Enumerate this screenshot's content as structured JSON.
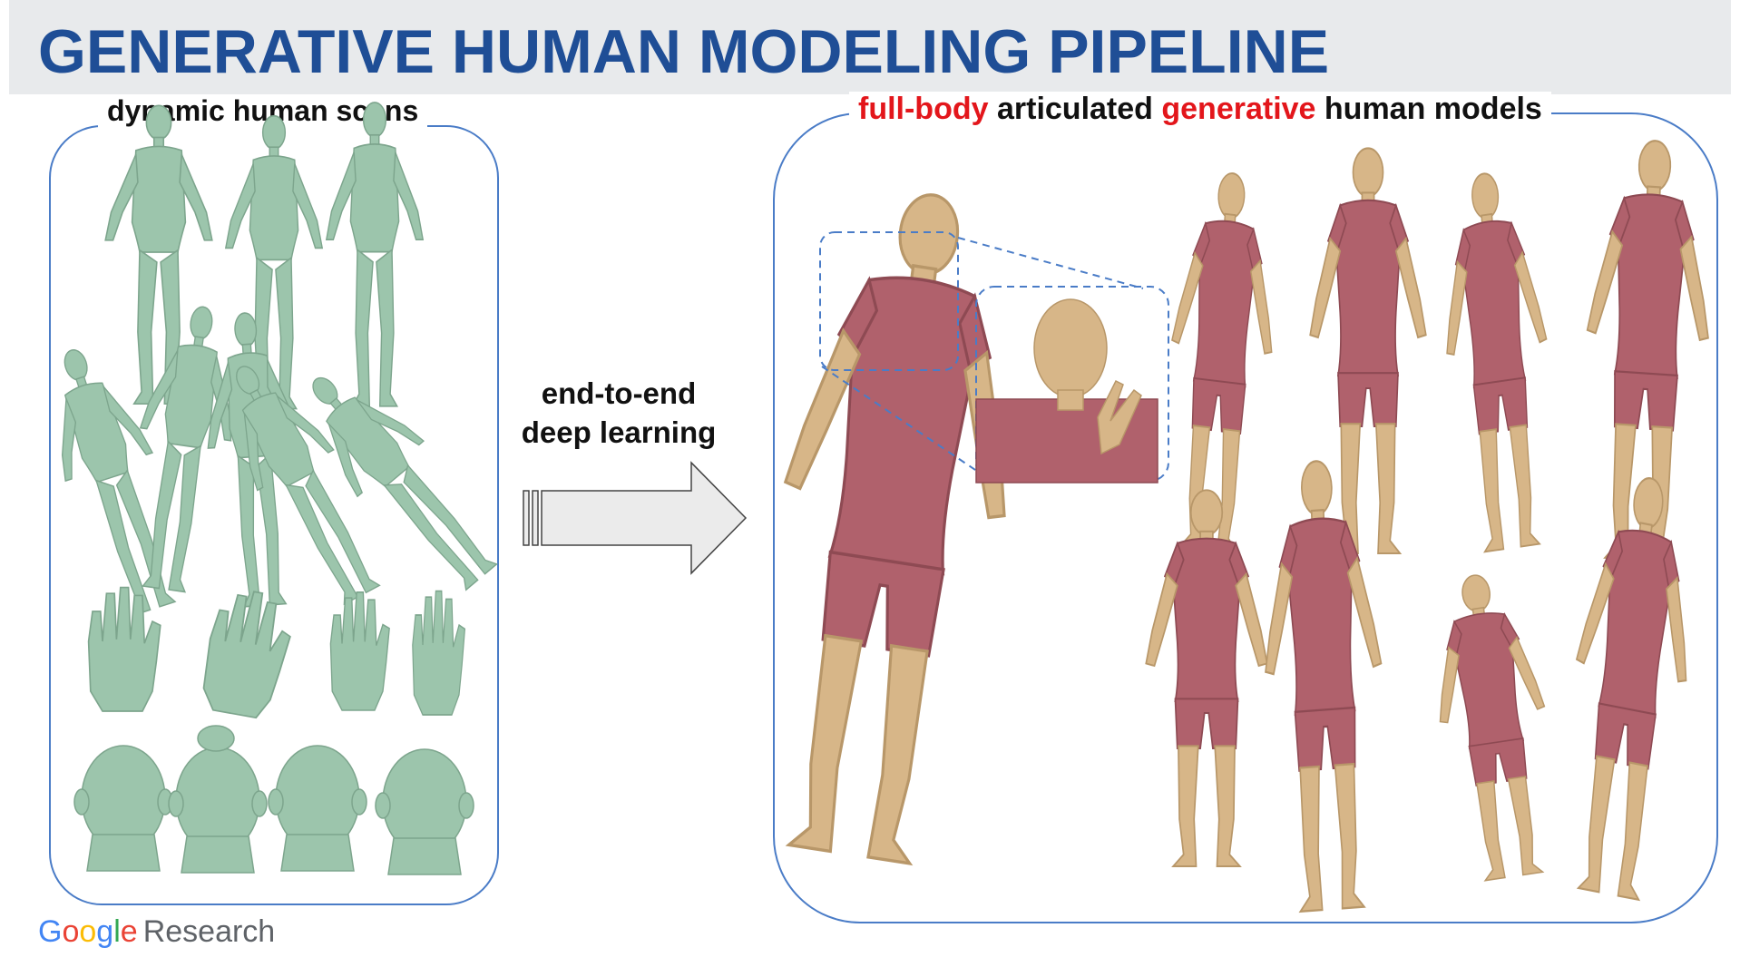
{
  "title": "GENERATIVE HUMAN MODELING PIPELINE",
  "left_panel": {
    "label": "dynamic human scans"
  },
  "right_panel": {
    "label_part1": "full-body",
    "label_part2": " articulated ",
    "label_part3": "generative",
    "label_part4": " human models"
  },
  "arrow": {
    "line1": "end-to-end",
    "line2": "deep learning"
  },
  "logo": {
    "letters": [
      "G",
      "o",
      "o",
      "g",
      "l",
      "e"
    ],
    "research": "Research"
  },
  "colors": {
    "title": "#1f4e96",
    "accent_red": "#e3161b",
    "box_border": "#4a7cc7",
    "scan_green": "#9cc5ac",
    "model_skin": "#d7b688",
    "model_suit": "#b0616c"
  }
}
